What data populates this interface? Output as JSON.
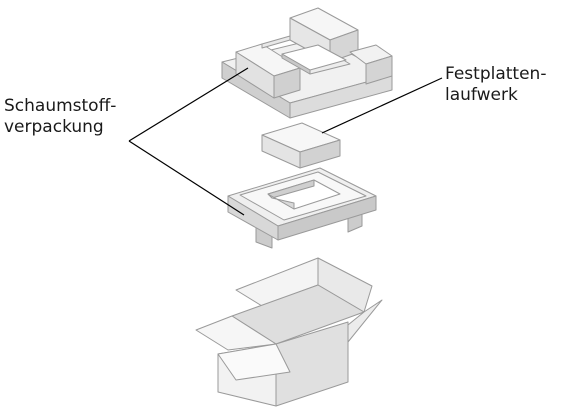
{
  "labels": {
    "foam_line1": "Schaumstoff-",
    "foam_line2": "verpackung",
    "drive_line1": "Festplatten-",
    "drive_line2": "laufwerk"
  },
  "colors": {
    "face_light": "#f3f3f3",
    "face_mid": "#dedede",
    "face_dark": "#c4c4c4",
    "outline": "#9a9a9a",
    "leader": "#000000",
    "text": "#1a1a1a"
  }
}
